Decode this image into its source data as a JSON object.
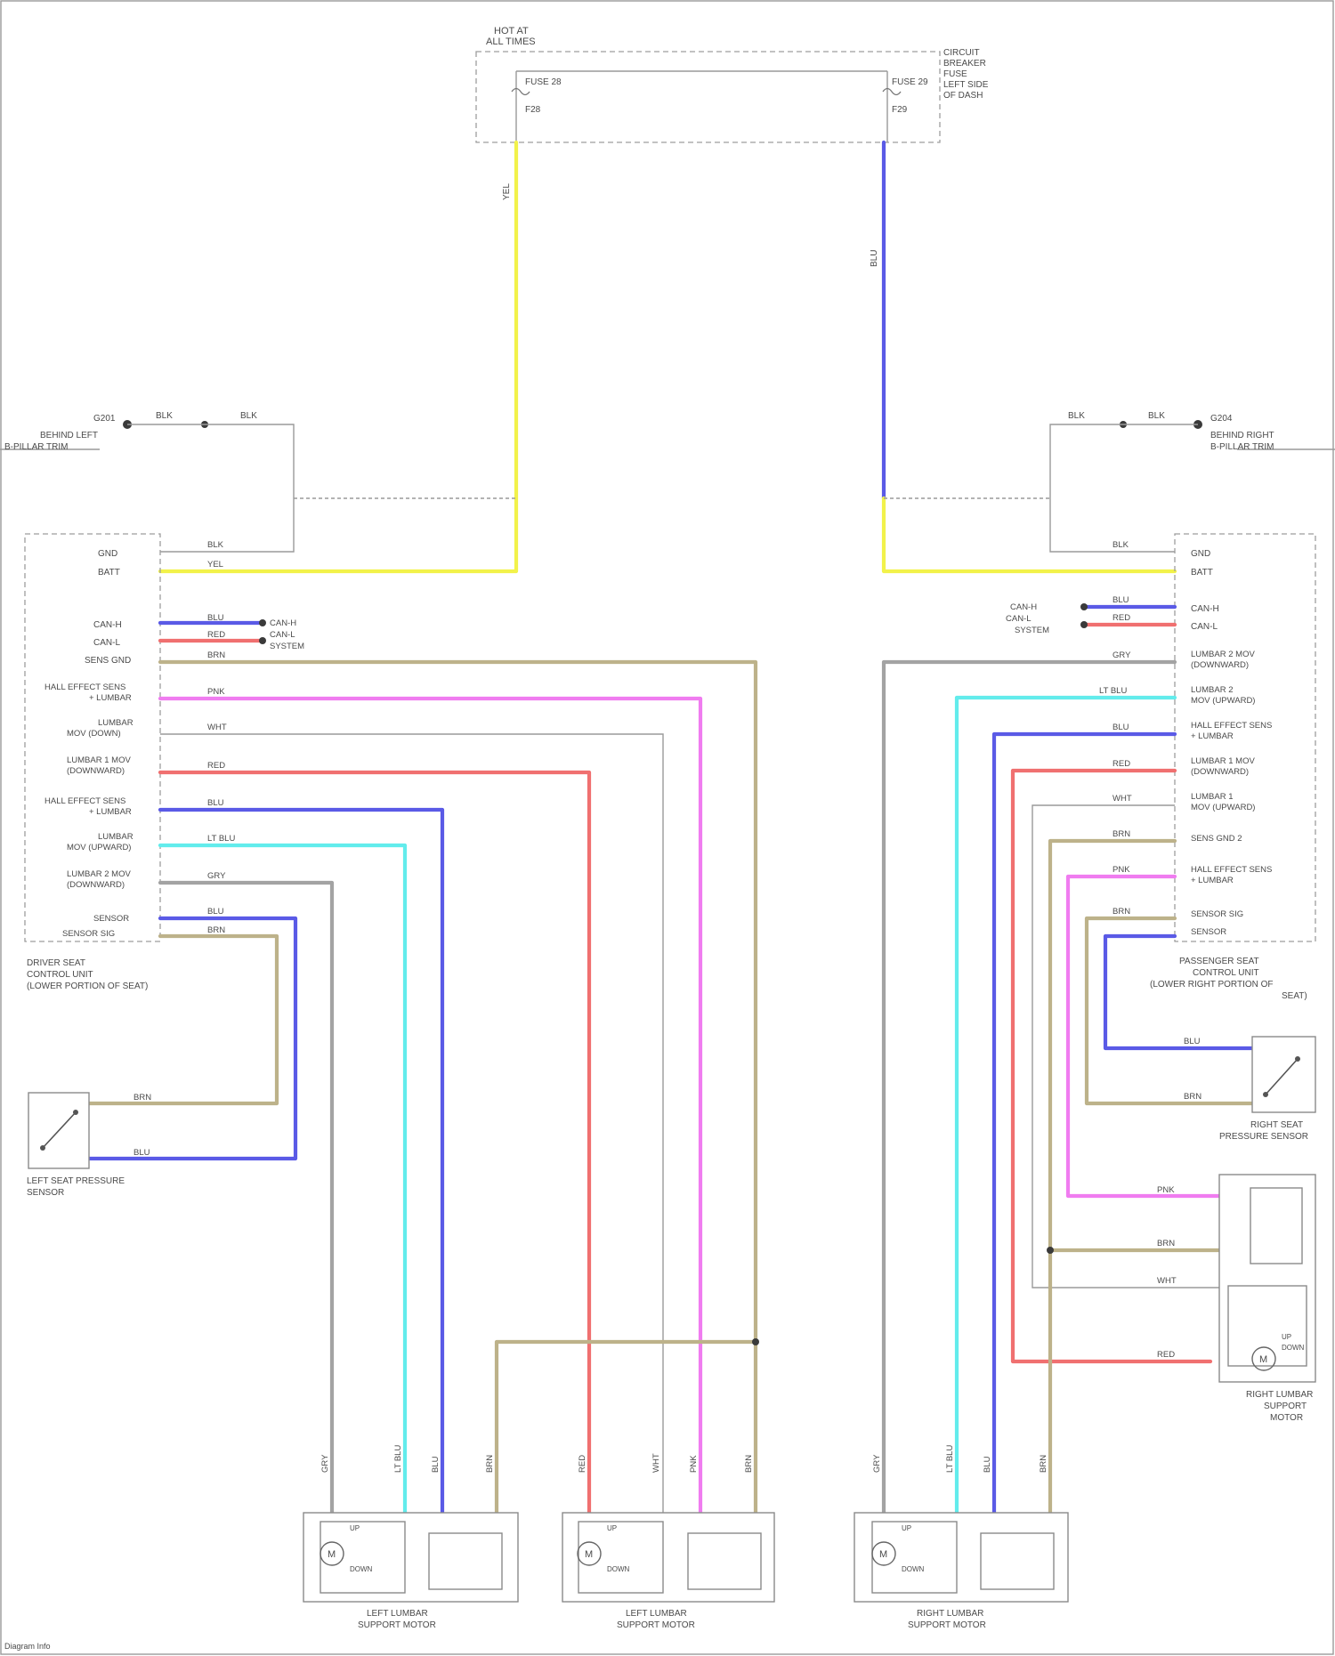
{
  "diagram": {
    "footer": "Diagram Info",
    "power": {
      "header": [
        "HOT AT",
        "ALL TIMES"
      ],
      "fuse_block": [
        "CIRCUIT",
        "BREAKER",
        "FUSE",
        "LEFT SIDE",
        "OF DASH"
      ],
      "pins": [
        "FUSE 28",
        "F28",
        "FUSE 29",
        "F29"
      ]
    },
    "modules": {
      "left_title": [
        "DRIVER SEAT",
        "CONTROL UNIT",
        "(LOWER PORTION OF SEAT)"
      ],
      "right_title": [
        "PASSENGER SEAT",
        "CONTROL UNIT",
        "(LOWER RIGHT PORTION OF",
        "SEAT)"
      ],
      "left_pins": [
        "GND",
        "BATT",
        "CAN-H",
        "CAN-L",
        "SENS GND",
        "HALL EFFECT SENS",
        "+ LUMBAR",
        "LUMBAR",
        "MOV (DOWN)",
        "LUMBAR 1 MOV",
        "(DOWNWARD)",
        "HALL EFFECT SENS",
        "+ LUMBAR",
        "LUMBAR",
        "MOV (UPWARD)",
        "LUMBAR 2 MOV",
        "(DOWNWARD)",
        "SENSOR",
        "SENSOR SIG"
      ],
      "right_pins": [
        "GND",
        "BATT",
        "CAN-H",
        "CAN-L",
        "LUMBAR 2 MOV",
        "(DOWNWARD)",
        "LUMBAR 2",
        "MOV (UPWARD)",
        "HALL EFFECT SENS",
        "+ LUMBAR",
        "LUMBAR 1 MOV",
        "(DOWNWARD)",
        "LUMBAR 1",
        "MOV (UPWARD)",
        "SENS GND 2",
        "HALL EFFECT SENS",
        "+ LUMBAR",
        "SENSOR SIG",
        "SENSOR"
      ],
      "can_left": [
        "CAN-H",
        "CAN-L",
        "SYSTEM"
      ],
      "can_right": [
        "CAN-H",
        "CAN-L",
        "SYSTEM"
      ]
    },
    "grounds": {
      "left": [
        "G201",
        "BEHIND LEFT",
        "B-PILLAR TRIM"
      ],
      "right": [
        "G204",
        "BEHIND RIGHT",
        "B-PILLAR TRIM"
      ]
    },
    "switches": {
      "left": [
        "LEFT SEAT PRESSURE",
        "SENSOR"
      ],
      "right": [
        "RIGHT SEAT",
        "PRESSURE SENSOR"
      ]
    },
    "motor_labels": [
      [
        "LEFT LUMBAR",
        "SUPPORT MOTOR"
      ],
      [
        "LEFT LUMBAR",
        "SUPPORT MOTOR"
      ],
      [
        "RIGHT LUMBAR",
        "SUPPORT MOTOR"
      ],
      [
        "RIGHT LUMBAR",
        "SUPPORT",
        "MOTOR"
      ]
    ],
    "motor_parts": [
      "M",
      "UP",
      "DOWN"
    ],
    "wire_codes": {
      "yel": "YEL",
      "blu": "BLU",
      "red": "RED",
      "pnk": "PNK",
      "lt_blu": "LT BLU",
      "brn": "BRN",
      "gry": "GRY",
      "wht": "WHT",
      "blk": "BLK"
    },
    "colors": {
      "yellow": "#f2f24a",
      "blue": "#5a5ae6",
      "red": "#f07070",
      "pink": "#f07cf0",
      "cyan": "#62ecec",
      "tan": "#bdb28a",
      "gray": "#a3a3a3",
      "lightgray": "#d3d3d3"
    }
  }
}
